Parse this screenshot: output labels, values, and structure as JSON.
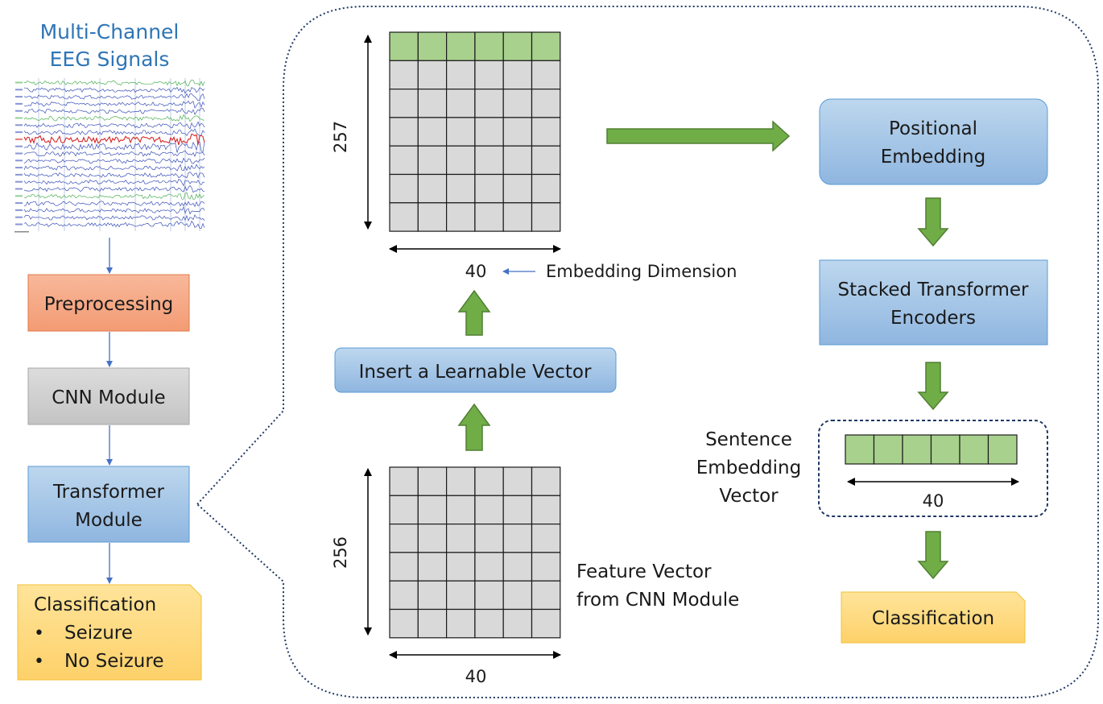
{
  "title": {
    "line1": "Multi-Channel",
    "line2": "EEG Signals"
  },
  "pipeline": {
    "preprocessing": "Preprocessing",
    "cnn": "CNN Module",
    "transformer": {
      "line1": "Transformer",
      "line2": "Module"
    },
    "classification": {
      "title": "Classification",
      "items": [
        "Seizure",
        "No Seizure"
      ]
    }
  },
  "detail": {
    "top_matrix": {
      "rows_label": "257",
      "cols_label": "40",
      "embedding_note": "Embedding Dimension"
    },
    "insert_vector": "Insert a Learnable Vector",
    "bottom_matrix": {
      "rows_label": "256",
      "cols_label": "40",
      "caption_line1": "Feature Vector",
      "caption_line2": "from CNN Module"
    },
    "positional": {
      "line1": "Positional",
      "line2": "Embedding"
    },
    "encoders": {
      "line1": "Stacked Transformer",
      "line2": "Encoders"
    },
    "sentence": {
      "line1": "Sentence",
      "line2": "Embedding",
      "line3": "Vector",
      "dim": "40"
    },
    "classification": "Classification"
  },
  "colors": {
    "accent_title": "#2e75b6",
    "preprocessing": "#f4a582",
    "cnn": "#d0d0d0",
    "transformer": "#9dc3e6",
    "classification": "#ffd966",
    "arrow_green": "#70ad47",
    "cell_green": "#a9d18e",
    "cell_gray": "#d9d9d9"
  }
}
